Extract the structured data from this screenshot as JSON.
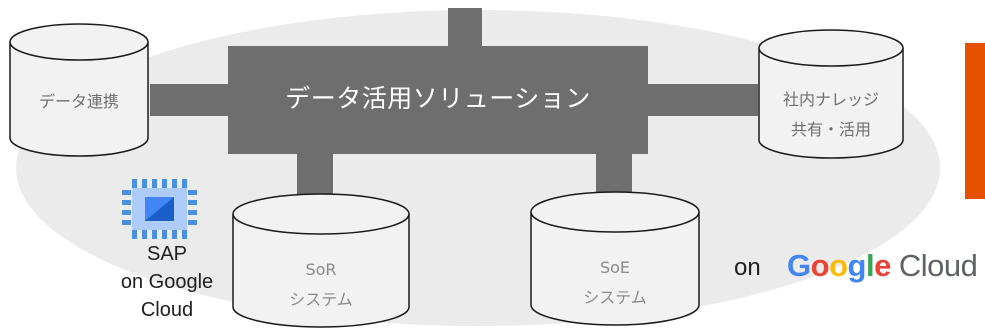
{
  "hub": {
    "title": "データ活用ソリューション"
  },
  "databases": {
    "data_integration": {
      "lines": [
        "データ連携"
      ]
    },
    "knowledge": {
      "lines": [
        "社内ナレッジ",
        "共有・活用"
      ]
    },
    "sor": {
      "lines": [
        "SoR",
        "システム"
      ]
    },
    "soe": {
      "lines": [
        "SoE",
        "システム"
      ]
    }
  },
  "sap": {
    "lines": [
      "SAP",
      "on Google",
      "Cloud"
    ],
    "icon": "sap-chip-icon"
  },
  "google_cloud": {
    "on_label": "on",
    "brand_letters": [
      "G",
      "o",
      "o",
      "g",
      "l",
      "e"
    ],
    "brand_colors": [
      "#4285F4",
      "#EA4335",
      "#FBBC05",
      "#4285F4",
      "#34A853",
      "#EA4335"
    ],
    "cloud_word": "Cloud"
  },
  "colors": {
    "background_ellipse": "#ebebeb",
    "hub": "#6e6e6e",
    "cylinder_fill": "#f2f2f2",
    "cylinder_stroke": "#1a1a1a",
    "accent": "#e65100"
  }
}
